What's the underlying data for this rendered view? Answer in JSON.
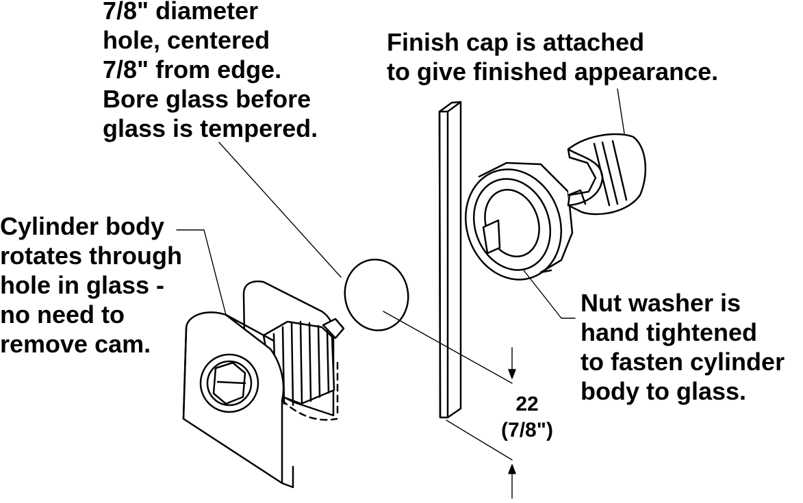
{
  "labels": {
    "hole": [
      "7/8\" diameter",
      "hole, centered",
      "7/8\" from edge.",
      "Bore glass before",
      "glass is tempered."
    ],
    "finish_cap": [
      "Finish cap is attached",
      "to give finished appearance."
    ],
    "cylinder": [
      "Cylinder body",
      "rotates through",
      "hole in glass -",
      "no need to",
      "remove cam."
    ],
    "nut_washer": [
      "Nut washer is",
      "hand tightened",
      "to fasten cylinder",
      "body to glass."
    ],
    "dimension": [
      "22",
      "(7/8\")"
    ]
  },
  "colors": {
    "ink": "#000000",
    "paper": "#ffffff"
  }
}
